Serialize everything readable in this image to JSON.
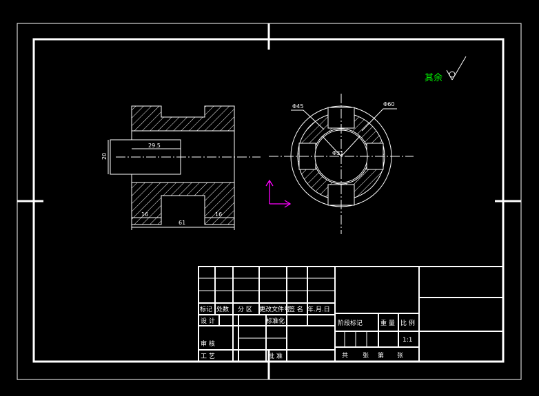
{
  "drawing": {
    "roughness_note": "其余",
    "colors": {
      "background": "#000000",
      "lines": "#ffffff",
      "note": "#00ff00",
      "ucs": "#ff00ff"
    }
  },
  "section_view": {
    "dim_bore_length": "29.5",
    "dim_bore_diameter": "20",
    "dim_left_shoulder": "16",
    "dim_right_shoulder": "16",
    "dim_total_length": "61"
  },
  "end_view": {
    "dim_phi45": "Φ45",
    "dim_phi60": "Φ60",
    "dim_center": "Φ31"
  },
  "title_block": {
    "col_labels": [
      "标记",
      "处数",
      "分 区",
      "更改文件号",
      "签 名",
      "年.月.日"
    ],
    "design": "设 计",
    "standardize": "标准化",
    "review": "审 核",
    "process": "工 艺",
    "approve": "批 准",
    "stage_mark": "阶段标记",
    "weight": "重 量",
    "ratio": "比 例",
    "scale_value": "1:1",
    "sheets_total": "共",
    "sheets_zhang1": "张",
    "sheets_di": "第",
    "sheets_zhang2": "张"
  }
}
